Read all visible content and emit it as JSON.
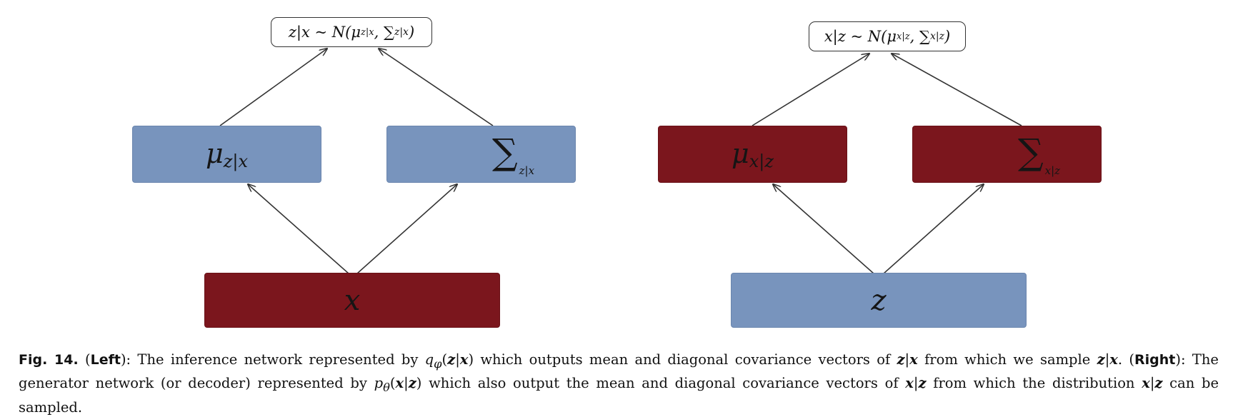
{
  "left": {
    "dist_label": "z|x ~ N(μz|x, ∑z|x)",
    "dist_parts": {
      "lhs": "z|x",
      "tilde": "~",
      "n": "N",
      "mu": "μ",
      "mu_sub": "z|x",
      "sigma": "∑",
      "sigma_sub": "z|x"
    },
    "mean_box": {
      "symbol": "μ",
      "sub": "z|x",
      "color": "#7894bd"
    },
    "cov_box": {
      "symbol": "∑",
      "sub": "z|x",
      "color": "#7894bd"
    },
    "input_box": {
      "symbol": "x",
      "color": "#7b161d"
    }
  },
  "right": {
    "dist_label": "x|z ~ N(μx|z, ∑x|z)",
    "dist_parts": {
      "lhs": "x|z",
      "tilde": "~",
      "n": "N",
      "mu": "μ",
      "mu_sub": "x|z",
      "sigma": "∑",
      "sigma_sub": "x|z"
    },
    "mean_box": {
      "symbol": "μ",
      "sub": "x|z",
      "color": "#7b161d"
    },
    "cov_box": {
      "symbol": "∑",
      "sub": "x|z",
      "color": "#7b161d"
    },
    "input_box": {
      "symbol": "z",
      "color": "#7894bd"
    }
  },
  "caption": {
    "fig_label": "Fig. 14.",
    "left_tag": "Left",
    "part1": "): The inference network represented by ",
    "q_sym": "q",
    "q_sub": "φ",
    "q_arg": "z",
    "bar": "|",
    "q_arg2": "x",
    "part2": ") which outputs mean and diagonal covariance vectors of ",
    "zx_z": "z",
    "zx_x": "x",
    "part3": " from which we sample ",
    "part3b": ". (",
    "right_tag": "Right",
    "part4": "): The generator network (or decoder) represented by ",
    "p_sym": "p",
    "p_sub": "θ",
    "part5": ") which also output the mean and diagonal covariance vectors of ",
    "part6": " from which the distribution ",
    "part7": " can be sampled."
  }
}
